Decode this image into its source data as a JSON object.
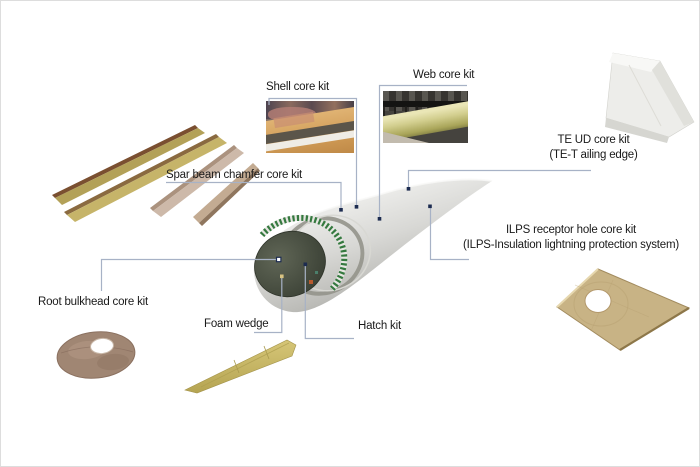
{
  "colors": {
    "bg": "#ffffff",
    "leader": "#a7b2c6",
    "dot": "#1d2c50",
    "text": "#1a1a1a"
  },
  "labels": {
    "shell": "Shell core kit",
    "web": "Web core kit",
    "te_ud": [
      "TE UD core kit",
      "(TE-T ailing edge)"
    ],
    "spar": "Spar beam chamfer core kit",
    "ilps": [
      "ILPS receptor hole core kit",
      "(ILPS-Insulation lightning protection system)"
    ],
    "root_bulkhead": "Root bulkhead core kit",
    "foam_wedge": "Foam wedge",
    "hatch": "Hatch kit"
  }
}
